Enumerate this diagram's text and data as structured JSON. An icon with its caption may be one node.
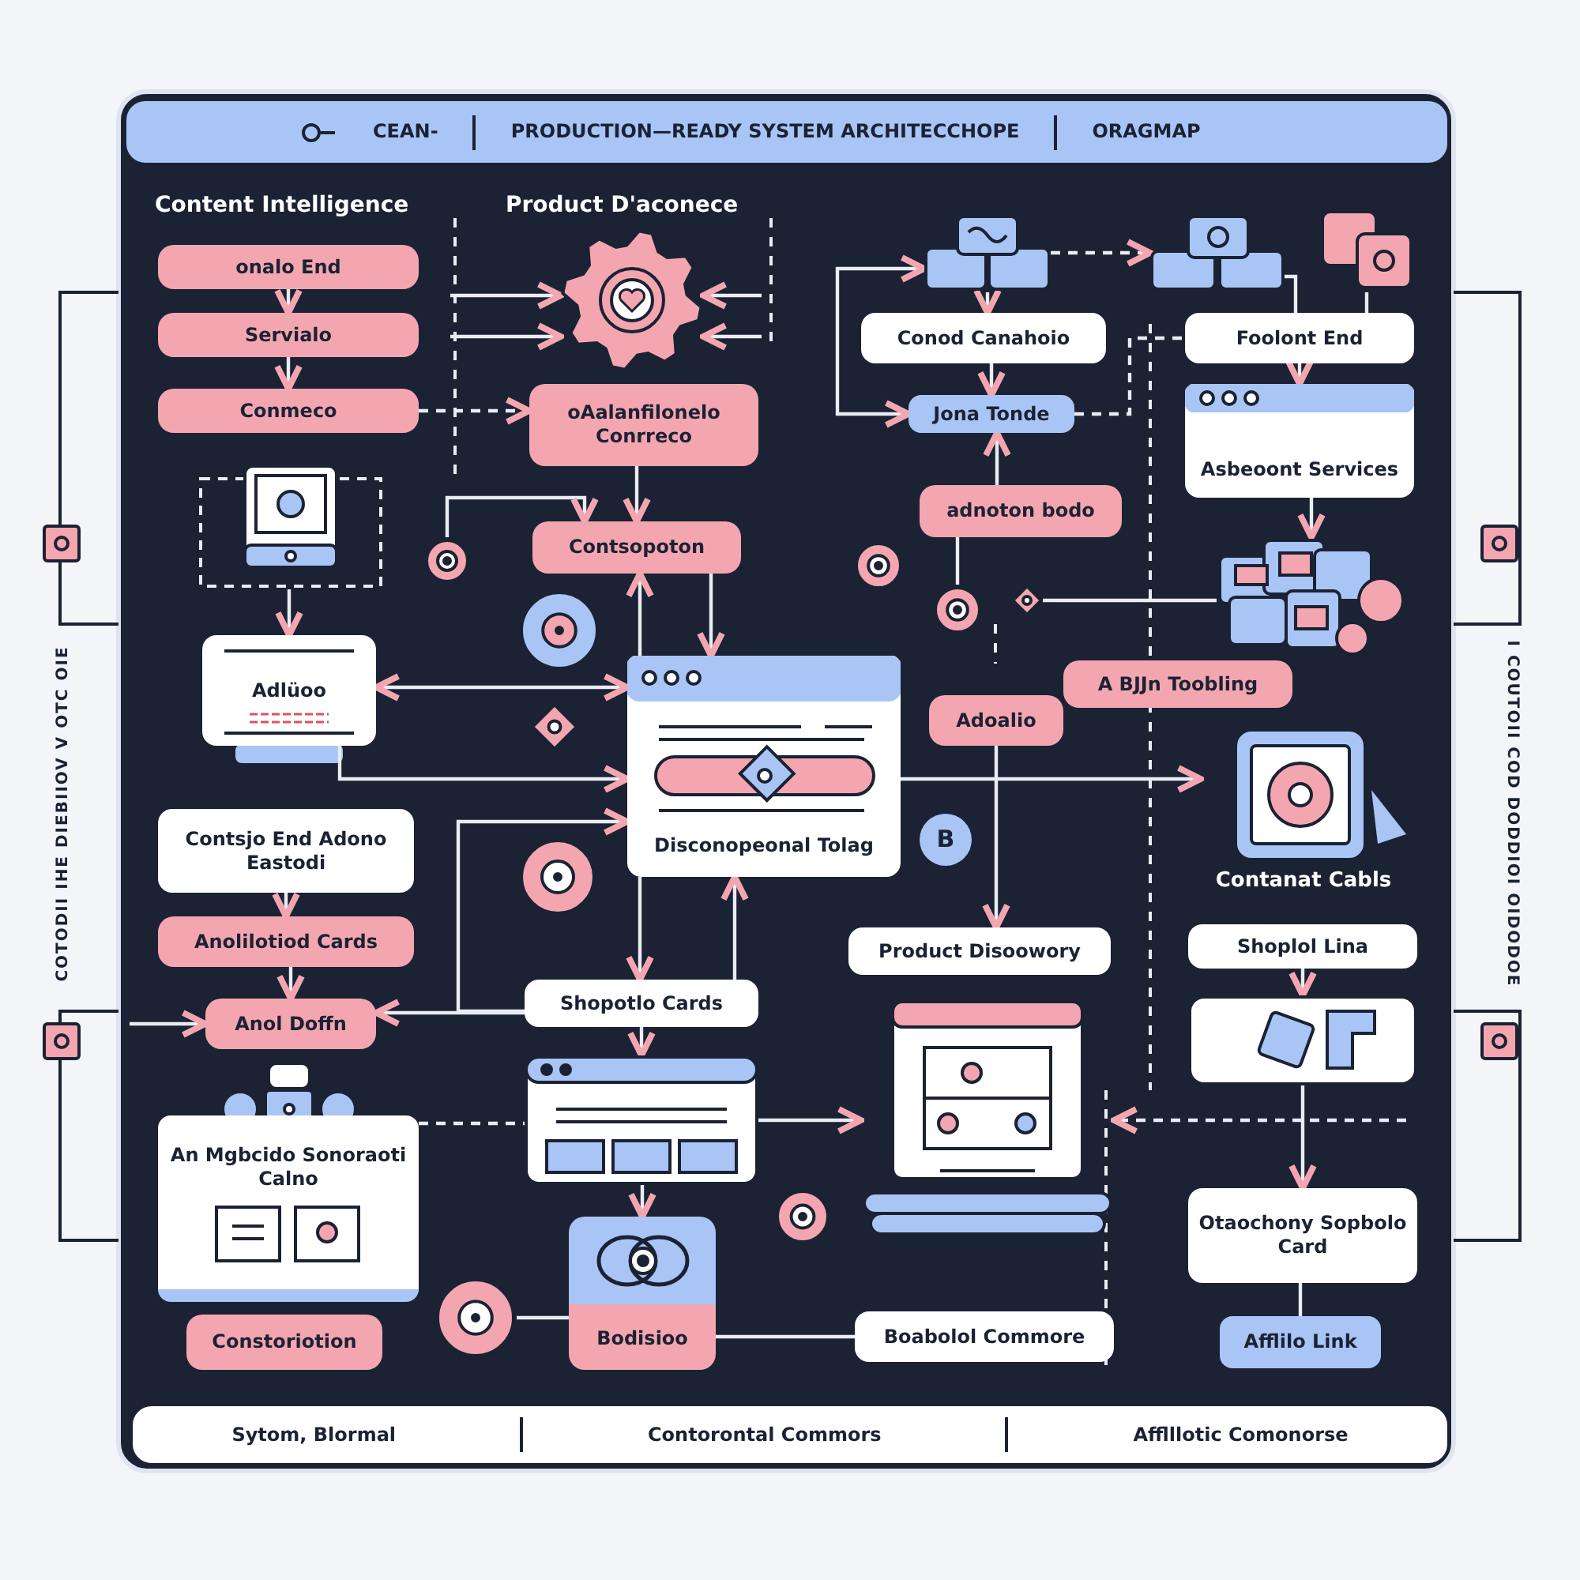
{
  "diagram": {
    "nodes": [
      {
        "text": [
          "CEAN-",
          "PRODUCTION—READY SYSTEM ARCHITECCHOPE",
          "ORAGMAP"
        ]
      },
      {
        "text": [
          "onalo End"
        ]
      },
      {
        "text": [
          "Servialo"
        ]
      },
      {
        "text": [
          "Conmeco"
        ]
      },
      {
        "text": [],
        "shape": "gear"
      },
      {
        "text": [],
        "shape": "picture"
      },
      {
        "text": [],
        "shape": "picture"
      },
      {
        "text": [],
        "shape": "picture"
      },
      {
        "text": [
          "Conod Canahoio"
        ]
      },
      {
        "text": [
          "Foolont End"
        ]
      },
      {
        "text": [
          "oAalanfilonelo Conrreco"
        ]
      },
      {
        "text": [
          "Jona Tonde"
        ]
      },
      {
        "text": [
          "Asbeoont Services"
        ]
      },
      {
        "text": [],
        "shape": "picture"
      },
      {
        "text": [
          "adnoton bodo"
        ]
      },
      {
        "text": [],
        "shape": "circle"
      },
      {
        "text": [
          "Contsopoton"
        ]
      },
      {
        "text": [],
        "shape": "circle"
      },
      {
        "text": [],
        "shape": "circle"
      },
      {
        "text": [],
        "shape": "diamond"
      },
      {
        "text": [],
        "shape": "picture"
      },
      {
        "text": [],
        "shape": "circle"
      },
      {
        "text": [
          "Adlüoo"
        ]
      },
      {
        "text": [],
        "shape": "diamond"
      },
      {
        "text": [
          "Disconopeonal Tolag"
        ]
      },
      {
        "text": [
          "A BJJn Toobling"
        ]
      },
      {
        "text": [
          "Adoalio"
        ]
      },
      {
        "text": [
          "Contanat Cabls"
        ]
      },
      {
        "text": [
          "Contsjo End Adono Eastodi"
        ]
      },
      {
        "text": [],
        "shape": "circle"
      },
      {
        "text": [
          "B"
        ]
      },
      {
        "text": [
          "Anolilotiod Cards"
        ]
      },
      {
        "text": [
          "Product Disoowory"
        ]
      },
      {
        "text": [
          "Shoplol Lina"
        ]
      },
      {
        "text": [
          "Shopotlo Cards"
        ]
      },
      {
        "text": [
          "Anol Doffn"
        ]
      },
      {
        "text": [],
        "shape": "picture"
      },
      {
        "text": [],
        "shape": "picture"
      },
      {
        "text": [
          "An Mgbcido Sonoraoti Calno"
        ]
      },
      {
        "text": [],
        "shape": "picture"
      },
      {
        "text": [
          "Otaochony Sopbolo Card"
        ]
      },
      {
        "text": [],
        "shape": "circle"
      },
      {
        "text": [
          "Bodisioo"
        ]
      },
      {
        "text": [],
        "shape": "circle"
      },
      {
        "text": [
          "Constoriotion"
        ]
      },
      {
        "text": [
          "Boabolol Commore"
        ]
      },
      {
        "text": [
          "Afflilo Link"
        ]
      },
      {
        "text": [
          "Sytom, Blormal",
          "Contorontal Commors",
          "Afflllotic Comonorse"
        ]
      }
    ],
    "edges": [
      {
        "from": 1,
        "to": 2,
        "arrow": "to"
      },
      {
        "from": 2,
        "to": 3,
        "arrow": "to"
      },
      {
        "from": null,
        "to": 4,
        "arrow": "to"
      },
      {
        "from": null,
        "to": 4,
        "arrow": "to"
      },
      {
        "from": null,
        "to": 4,
        "arrow": "to"
      },
      {
        "from": null,
        "to": 4,
        "arrow": "to"
      },
      {
        "from": 3,
        "to": 10,
        "arrow": "to",
        "style": "dashed"
      },
      {
        "from": 10,
        "to": 16,
        "arrow": "to"
      },
      {
        "from": 5,
        "to": 8,
        "arrow": "to"
      },
      {
        "from": 8,
        "to": 11,
        "arrow": "to"
      },
      {
        "from": 5,
        "to": 11,
        "arrow": "both"
      },
      {
        "from": 5,
        "to": 6,
        "arrow": "to",
        "style": "dashed"
      },
      {
        "from": 6,
        "to": 7,
        "arrow": "none"
      },
      {
        "from": 11,
        "to": 9,
        "arrow": "none",
        "style": "dashed"
      },
      {
        "from": 9,
        "to": 12,
        "arrow": "to"
      },
      {
        "from": 12,
        "to": 20,
        "arrow": "to"
      },
      {
        "from": 14,
        "to": 11,
        "arrow": "to"
      },
      {
        "from": 13,
        "to": 22,
        "arrow": "to"
      },
      {
        "from": 22,
        "to": 24,
        "arrow": "both"
      },
      {
        "from": 22,
        "to": 24,
        "arrow": "to"
      },
      {
        "from": 15,
        "to": 16,
        "arrow": "to"
      },
      {
        "from": 16,
        "to": 24,
        "arrow": "to"
      },
      {
        "from": 24,
        "to": 16,
        "arrow": "to"
      },
      {
        "from": 28,
        "to": 31,
        "arrow": "to"
      },
      {
        "from": 31,
        "to": 35,
        "arrow": "to"
      },
      {
        "from": null,
        "to": 35,
        "arrow": "to"
      },
      {
        "from": 34,
        "to": 35,
        "arrow": "to"
      },
      {
        "from": 34,
        "to": 24,
        "arrow": "to"
      },
      {
        "from": 34,
        "to": 24,
        "arrow": "to"
      },
      {
        "from": 24,
        "to": 34,
        "arrow": "to"
      },
      {
        "from": 24,
        "to": 27,
        "arrow": "to"
      },
      {
        "from": 26,
        "to": 32,
        "arrow": "to"
      },
      {
        "from": 33,
        "to": 36,
        "arrow": "to"
      },
      {
        "from": 36,
        "to": 40,
        "arrow": "to"
      },
      {
        "from": 40,
        "to": 46,
        "arrow": "none"
      },
      {
        "from": 34,
        "to": 39,
        "arrow": "to"
      },
      {
        "from": 39,
        "to": 42,
        "arrow": "to"
      },
      {
        "from": 39,
        "to": 37,
        "arrow": "to"
      },
      {
        "from": null,
        "to": 37,
        "arrow": "to",
        "style": "dashed"
      },
      {
        "from": 38,
        "to": 39,
        "arrow": "none",
        "style": "dashed"
      },
      {
        "from": 42,
        "to": 43,
        "arrow": "none"
      },
      {
        "from": 42,
        "to": 45,
        "arrow": "none"
      },
      {
        "from": 18,
        "to": 14,
        "arrow": "none"
      },
      {
        "from": 19,
        "to": 20,
        "arrow": "none"
      }
    ],
    "labels": [
      "Content Intelligence",
      "Product D'aconece",
      "COTODII IHE DIEBIIOV V OTC OIE",
      "I COUTOII COD DODDIOI OIDODOE"
    ]
  }
}
